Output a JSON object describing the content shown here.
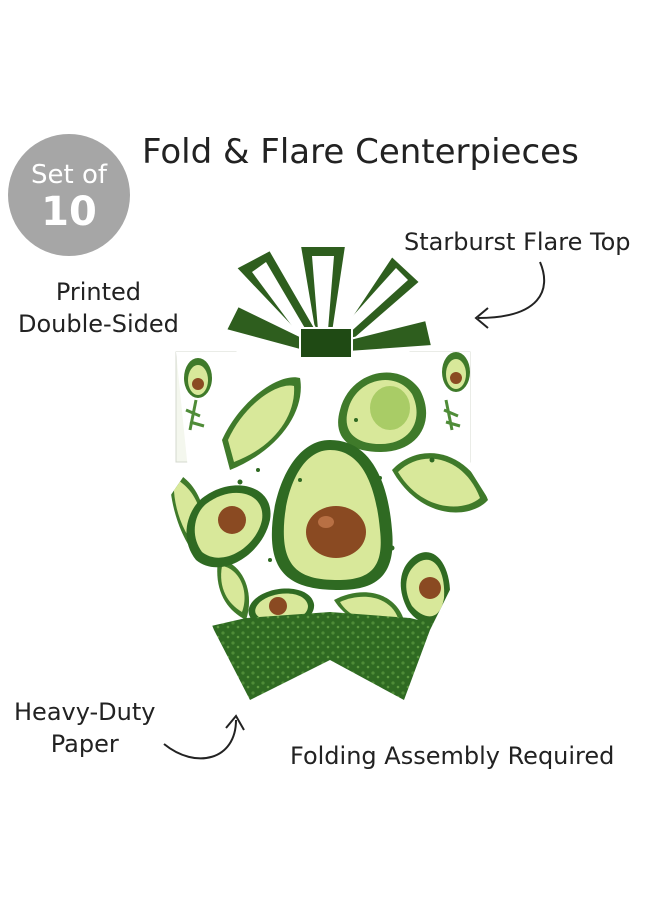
{
  "badge": {
    "line1": "Set of",
    "line2": "10"
  },
  "title": "Fold & Flare Centerpieces",
  "callouts": {
    "top": "Starburst Flare Top",
    "printed_line1": "Printed",
    "printed_line2": "Double-Sided",
    "paper_line1": "Heavy-Duty",
    "paper_line2": "Paper",
    "assembly": "Folding Assembly Required"
  },
  "colors": {
    "badge": "#a6a6a6",
    "dark_green": "#2e5e1e",
    "avocado_light": "#d8e89a",
    "avocado_skin": "#3f7a2a",
    "pit": "#8a4a22"
  }
}
